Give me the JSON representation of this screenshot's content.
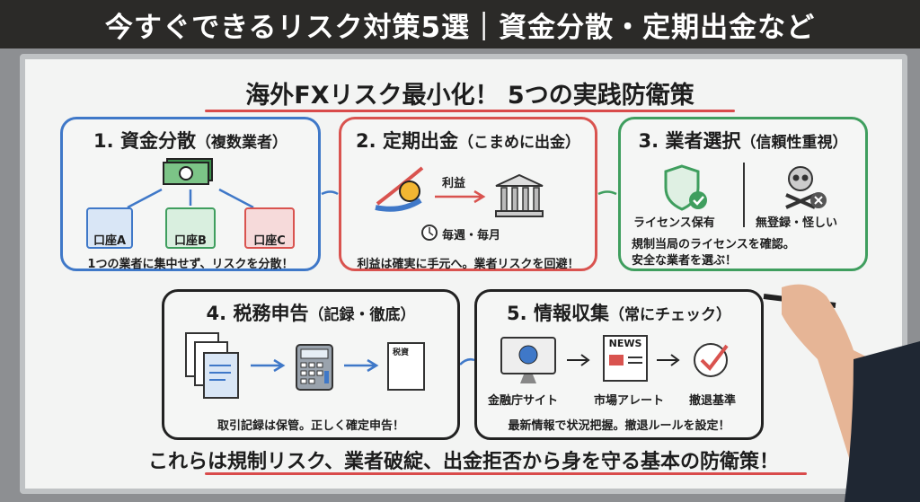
{
  "banner": {
    "title": "今すぐできるリスク対策5選｜資金分散・定期出金など"
  },
  "board": {
    "title": "海外FXリスク最小化！ 5つの実践防衛策",
    "sections": [
      {
        "heading": "1. 資金分散",
        "sub": "（複数業者）",
        "labels": [
          "口座A",
          "口座B",
          "口座C"
        ],
        "caption": "1つの業者に集中せず、リスクを分散！",
        "color": "#3f78c8"
      },
      {
        "heading": "2. 定期出金",
        "sub": "（こまめに出金）",
        "labels": [
          "利益",
          "毎週・毎月"
        ],
        "caption": "利益は確実に手元へ。業者リスクを回避！",
        "color": "#d9534f"
      },
      {
        "heading": "3. 業者選択",
        "sub": "（信頼性重視）",
        "labels": [
          "ライセンス保有",
          "無登録・怪しい"
        ],
        "caption": "規制当局のライセンスを確認。",
        "caption2": "安全な業者を選ぶ！",
        "color": "#3f9e5e"
      },
      {
        "heading": "4. 税務申告",
        "sub": "（記録・徹底）",
        "labels": [
          "税資"
        ],
        "caption": "取引記録は保管。正しく確定申告！",
        "color": "#222222"
      },
      {
        "heading": "5. 情報収集",
        "sub": "（常にチェック）",
        "labels": [
          "金融庁サイト",
          "市場アレート",
          "撤退基準",
          "NEWS"
        ],
        "caption": "最新情報で状況把握。撤退ルールを設定！",
        "color": "#222222"
      }
    ],
    "footer_pre": "これらは",
    "footer_main": "規制リスク、業者破綻、出金拒否から身を守る基本の防衛策！"
  }
}
